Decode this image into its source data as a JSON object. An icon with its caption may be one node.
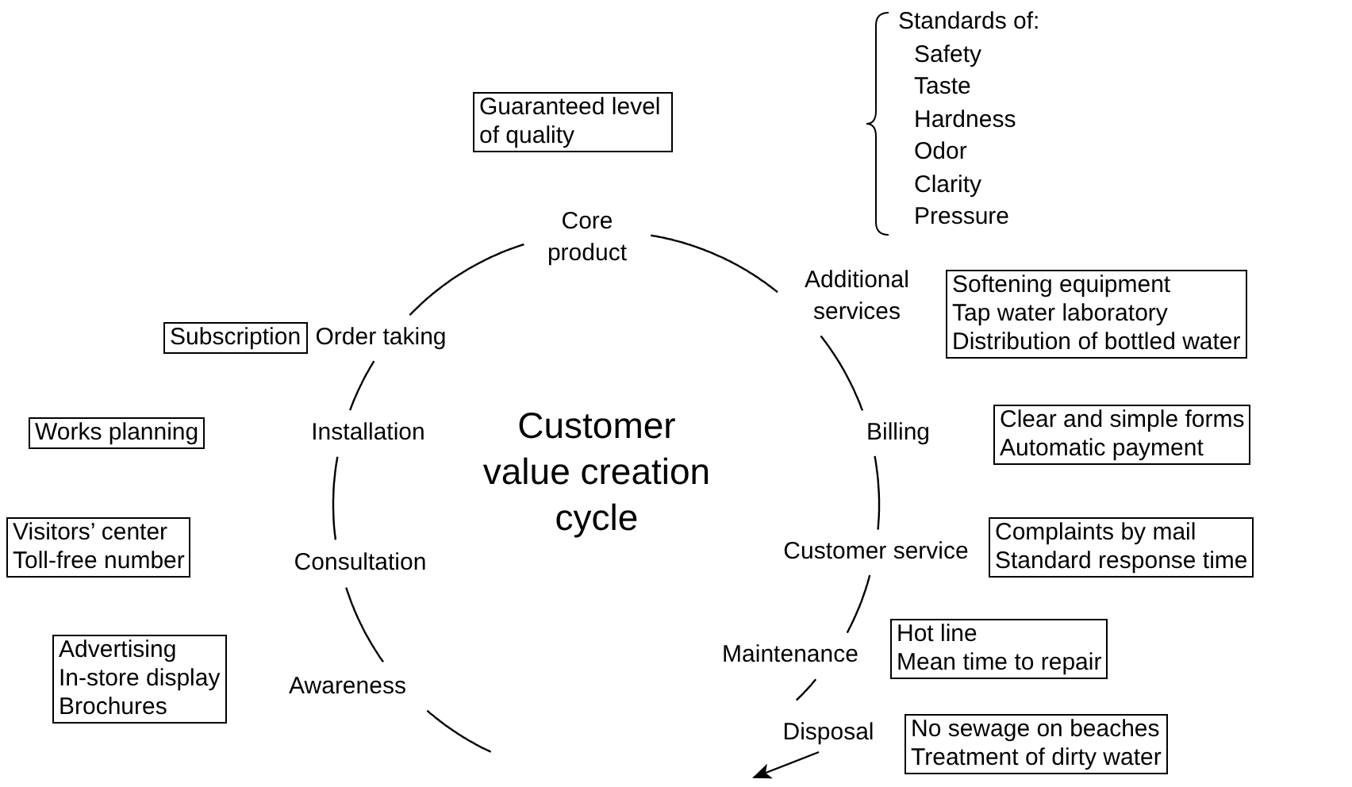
{
  "diagram": {
    "title": "Customer value creation cycle",
    "nodes": [
      {
        "text": [
          "Guaranteed level of quality"
        ]
      },
      {
        "text": [
          "Core product"
        ]
      },
      {
        "text": [
          "Subscription"
        ]
      },
      {
        "text": [
          "Order taking"
        ]
      },
      {
        "text": [
          "Additional services"
        ]
      },
      {
        "text": [
          "Softening equipment",
          "Tap water laboratory",
          "Distribution of bottled water"
        ]
      },
      {
        "text": [
          "Works planning"
        ]
      },
      {
        "text": [
          "Installation"
        ]
      },
      {
        "text": [
          "Billing"
        ]
      },
      {
        "text": [
          "Clear and simple forms",
          "Automatic payment"
        ]
      },
      {
        "text": [
          "Visitors’ center",
          "Toll-free number"
        ]
      },
      {
        "text": [
          "Consultation"
        ]
      },
      {
        "text": [
          "Customer service"
        ]
      },
      {
        "text": [
          "Complaints by mail",
          "Standard response time"
        ]
      },
      {
        "text": [
          "Advertising",
          "In-store display",
          "Brochures"
        ]
      },
      {
        "text": [
          "Awareness"
        ]
      },
      {
        "text": [
          "Maintenance"
        ]
      },
      {
        "text": [
          "Hot line",
          "Mean time to repair"
        ]
      },
      {
        "text": [
          "Disposal"
        ]
      },
      {
        "text": [
          "No sewage on beaches",
          "Treatment of dirty water"
        ]
      }
    ],
    "edges": [
      {
        "from": null,
        "to": 15,
        "arrow": "none"
      },
      {
        "from": 15,
        "to": 11,
        "arrow": "none"
      },
      {
        "from": 11,
        "to": 7,
        "arrow": "none"
      },
      {
        "from": 7,
        "to": 3,
        "arrow": "none"
      },
      {
        "from": 3,
        "to": 1,
        "arrow": "none"
      },
      {
        "from": 1,
        "to": 4,
        "arrow": "none"
      },
      {
        "from": 4,
        "to": 8,
        "arrow": "none"
      },
      {
        "from": 8,
        "to": 12,
        "arrow": "none"
      },
      {
        "from": 12,
        "to": 16,
        "arrow": "none"
      },
      {
        "from": 16,
        "to": 18,
        "arrow": "none"
      },
      {
        "from": 18,
        "to": null,
        "arrow": "to"
      }
    ],
    "labels": [
      "Standards of:",
      "Safety",
      "Taste",
      "Hardness",
      "Odor",
      "Clarity",
      "Pressure"
    ]
  }
}
